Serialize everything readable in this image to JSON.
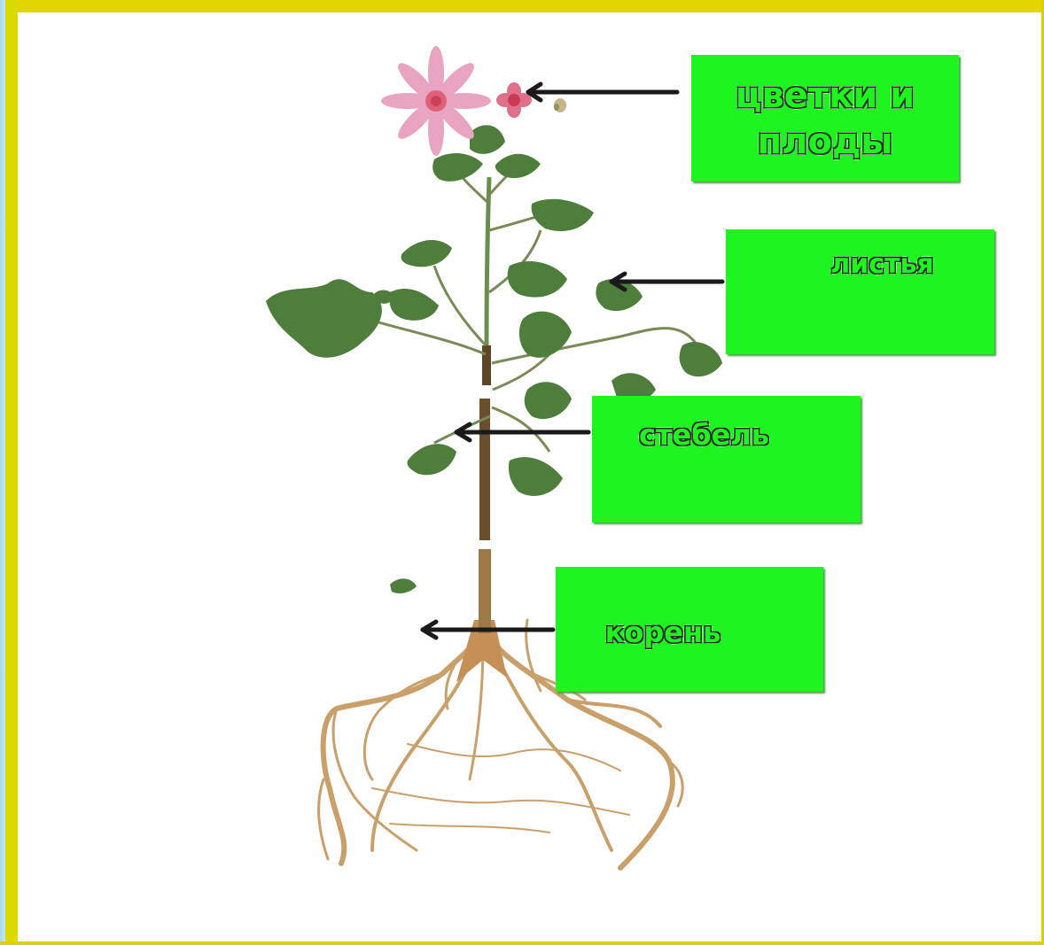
{
  "labels": {
    "flowers": "цветки и плоды",
    "leaves": "листья",
    "stem": "стебель",
    "root": "корень"
  },
  "colors": {
    "frame_yellow": "#e3d600",
    "label_green": "#1ef51e",
    "arrow": "#1a1a1a",
    "leaf": "#4e7d3c",
    "stem": "#8a6a3a",
    "flower": "#e79ab8"
  },
  "illustration": "flowering-plant-with-roots"
}
